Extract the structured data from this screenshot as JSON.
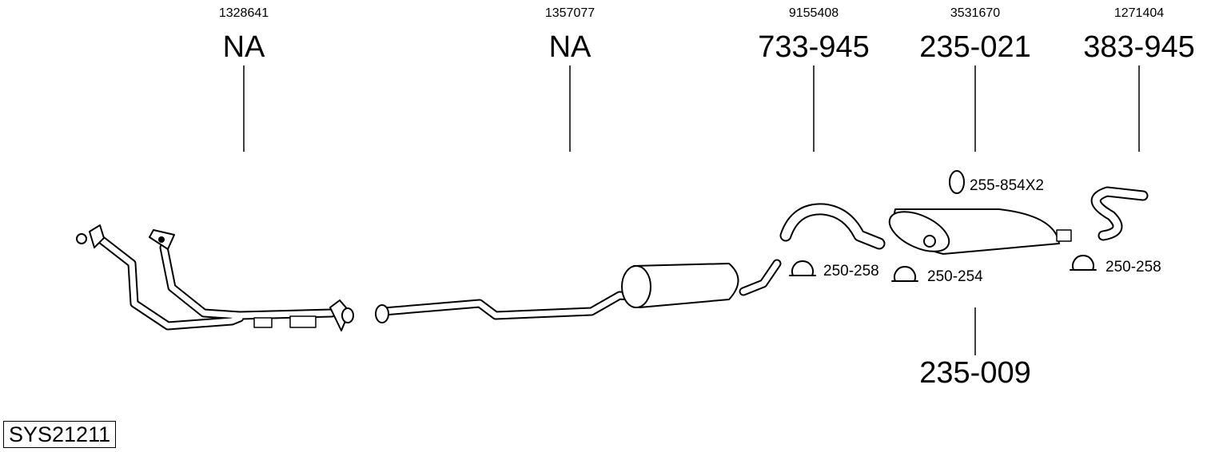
{
  "columns": [
    {
      "oe": "1328641",
      "code": "NA"
    },
    {
      "oe": "1357077",
      "code": "NA"
    },
    {
      "oe": "9155408",
      "code": "733-945"
    },
    {
      "oe": "3531670",
      "code": "235-021"
    },
    {
      "oe": "1271404",
      "code": "383-945"
    }
  ],
  "bottom_code": "235-009",
  "accessories": {
    "hanger": "255-854X2",
    "clamp1": "250-258",
    "clamp2": "250-254",
    "clamp3": "250-258"
  },
  "system_id": "SYS21211"
}
